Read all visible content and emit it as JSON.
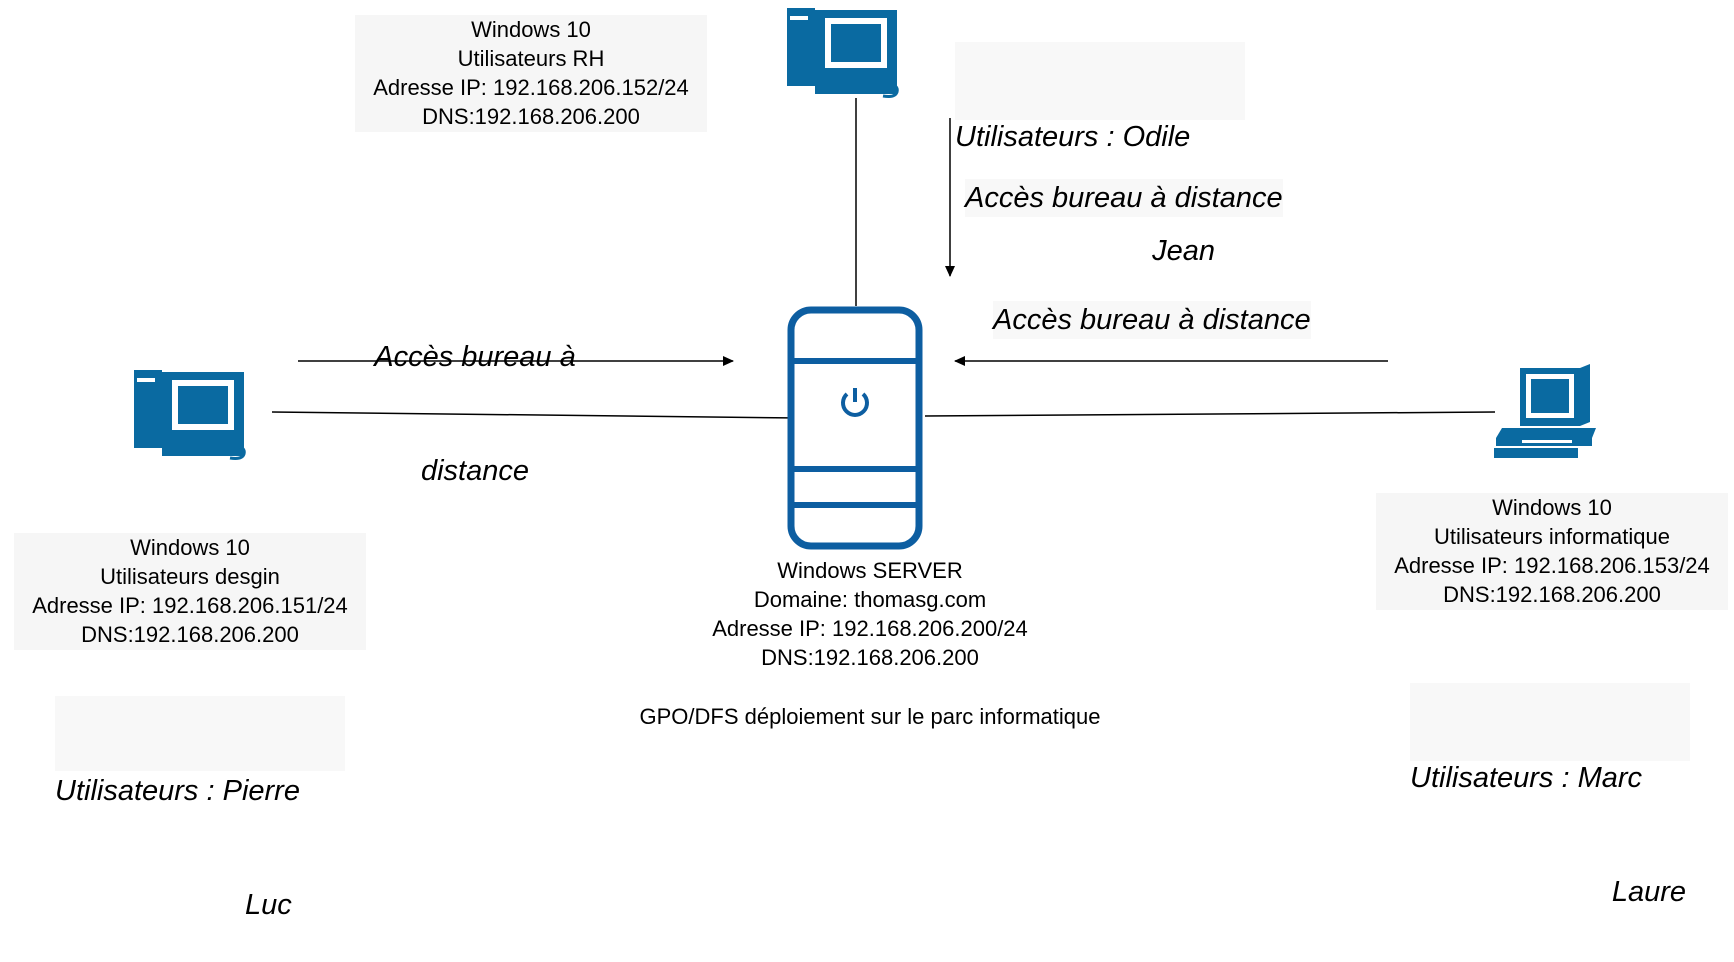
{
  "pc_rh": {
    "os": "Windows 10",
    "group": "Utilisateurs RH",
    "ip": "Adresse IP: 192.168.206.152/24",
    "dns": "DNS:192.168.206.200",
    "users_line1": "Utilisateurs : Odile",
    "users_line2": "Jean",
    "access": "Accès bureau à distance"
  },
  "pc_design": {
    "os": "Windows 10",
    "group": "Utilisateurs desgin",
    "ip": "Adresse IP: 192.168.206.151/24",
    "dns": "DNS:192.168.206.200",
    "users_line1": "Utilisateurs : Pierre",
    "users_line2": "Luc",
    "access_line1": "Accès bureau à",
    "access_line2": "distance"
  },
  "pc_info": {
    "os": "Windows 10",
    "group": "Utilisateurs informatique",
    "ip": "Adresse IP: 192.168.206.153/24",
    "dns": "DNS:192.168.206.200",
    "users_line1": "Utilisateurs : Marc",
    "users_line2": "Laure",
    "access": "Accès bureau à distance"
  },
  "server": {
    "name": "Windows SERVER",
    "domain": "Domaine: thomasg.com",
    "ip": "Adresse IP: 192.168.206.200/24",
    "dns": "DNS:192.168.206.200",
    "note": "GPO/DFS déploiement sur le parc informatique"
  },
  "colors": {
    "computer_blue": "#0a6aa1",
    "server_blue": "#0d5ea1",
    "line": "#000000"
  },
  "icons": [
    "desktop-computer-icon",
    "server-tower-icon",
    "power-icon"
  ]
}
